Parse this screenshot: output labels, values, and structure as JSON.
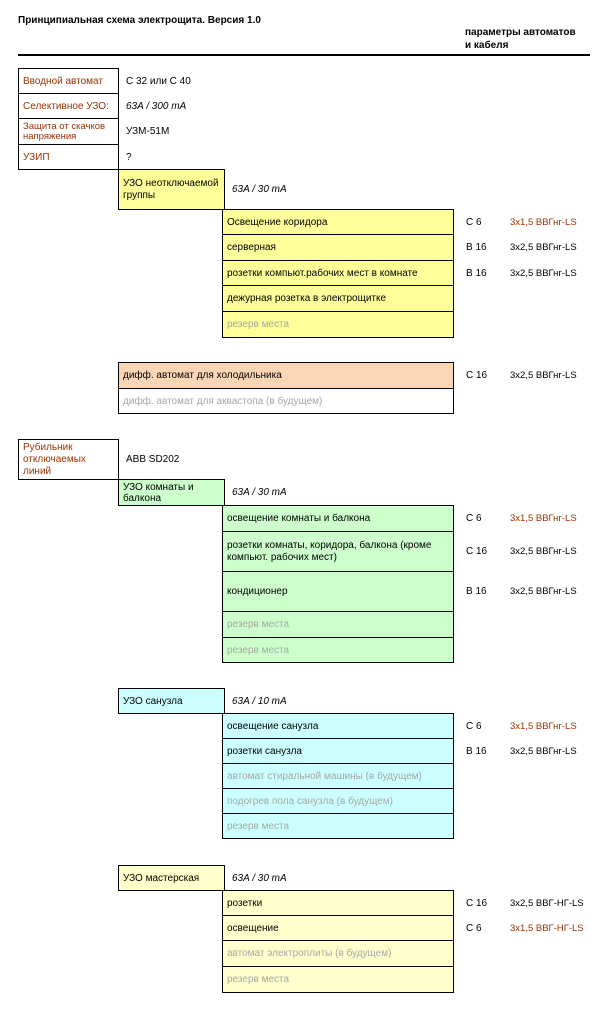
{
  "header": {
    "title": "Принципиальная схема электрощита.   Версия 1.0",
    "params_line1": "параметры автоматов",
    "params_line2": "и кабеля"
  },
  "main": [
    {
      "label": "Вводной автомат",
      "value": "C 32 или C 40",
      "italic": false
    },
    {
      "label": "Селективное УЗО:",
      "value": "63A / 300 mA",
      "italic": true
    },
    {
      "label": "Защита от скачков напряжения",
      "value": "УЗМ-51М",
      "italic": false
    },
    {
      "label": "УЗИП",
      "value": "?",
      "italic": false
    }
  ],
  "uzo_always_on": {
    "label": "УЗО неотключаемой группы",
    "rating": "63A / 30 mA",
    "lines": [
      {
        "name": "Освещение коридора",
        "breaker": "C 6",
        "cable": "3x1,5 ВВГнг-LS",
        "reserve": false
      },
      {
        "name": "серверная",
        "breaker": "B 16",
        "cable": "3x2,5 ВВГнг-LS",
        "reserve": false
      },
      {
        "name": "розетки компьют.рабочих мест в комнате",
        "breaker": "B 16",
        "cable": "3x2,5 ВВГнг-LS",
        "reserve": false
      },
      {
        "name": "дежурная розетка в электрощитке",
        "breaker": "",
        "cable": "",
        "reserve": false
      },
      {
        "name": "резерв места",
        "breaker": "",
        "cable": "",
        "reserve": true
      }
    ]
  },
  "diff": {
    "main": {
      "name": "дифф. автомат для холодильника",
      "breaker": "C 16",
      "cable": "3x2,5 ВВГнг-LS"
    },
    "future": "дифф. автомат для аквастопа (в будущем)"
  },
  "switch": {
    "label": "Рубильник отключаемых линий",
    "value": "ABB SD202"
  },
  "uzo_room": {
    "label": "УЗО комнаты и балкона",
    "rating": "63A / 30 mA",
    "lines": [
      {
        "name": "освещение комнаты и балкона",
        "breaker": "C 6",
        "cable": "3x1,5 ВВГнг-LS",
        "reserve": false
      },
      {
        "name": "розетки комнаты, коридора, балкона (кроме компьют. рабочих мест)",
        "breaker": "C 16",
        "cable": "3x2,5 ВВГнг-LS",
        "reserve": false
      },
      {
        "name": "кондиционер",
        "breaker": "B 16",
        "cable": "3x2,5 ВВГнг-LS",
        "reserve": false
      },
      {
        "name": "резерв места",
        "breaker": "",
        "cable": "",
        "reserve": true
      },
      {
        "name": "резерв места",
        "breaker": "",
        "cable": "",
        "reserve": true
      }
    ]
  },
  "uzo_bath": {
    "label": "УЗО санузла",
    "rating": "63A / 10 mA",
    "lines": [
      {
        "name": "освещение санузла",
        "breaker": "C 6",
        "cable": "3x1,5 ВВГнг-LS",
        "reserve": false
      },
      {
        "name": "розетки санузла",
        "breaker": "B 16",
        "cable": "3x2,5 ВВГнг-LS",
        "reserve": false
      },
      {
        "name": "автомат стиральной машины (в будущем)",
        "breaker": "",
        "cable": "",
        "reserve": true
      },
      {
        "name": "подогрев пола санузла (в будущем)",
        "breaker": "",
        "cable": "",
        "reserve": true
      },
      {
        "name": "резерв места",
        "breaker": "",
        "cable": "",
        "reserve": true
      }
    ]
  },
  "uzo_workshop": {
    "label": "УЗО мастерская",
    "rating": "63A / 30 mA",
    "lines": [
      {
        "name": "розетки",
        "breaker": "C 16",
        "cable": "3x2,5 ВВГ-НГ-LS",
        "reserve": false
      },
      {
        "name": "освещение",
        "breaker": "C 6",
        "cable": "3x1,5 ВВГ-НГ-LS",
        "reserve": false
      },
      {
        "name": "автомат электроплиты (в будущем)",
        "breaker": "",
        "cable": "",
        "reserve": true
      },
      {
        "name": "резерв места",
        "breaker": "",
        "cable": "",
        "reserve": true
      }
    ]
  },
  "colors": {
    "yellow": "#ffff99",
    "orange": "#fcd5b4",
    "green": "#ccffcc",
    "cyan": "#ccffff",
    "cream": "#ffffcc",
    "label_red": "#993300",
    "cable_red": "#993300",
    "reserve_grey": "#a6a6a6"
  }
}
